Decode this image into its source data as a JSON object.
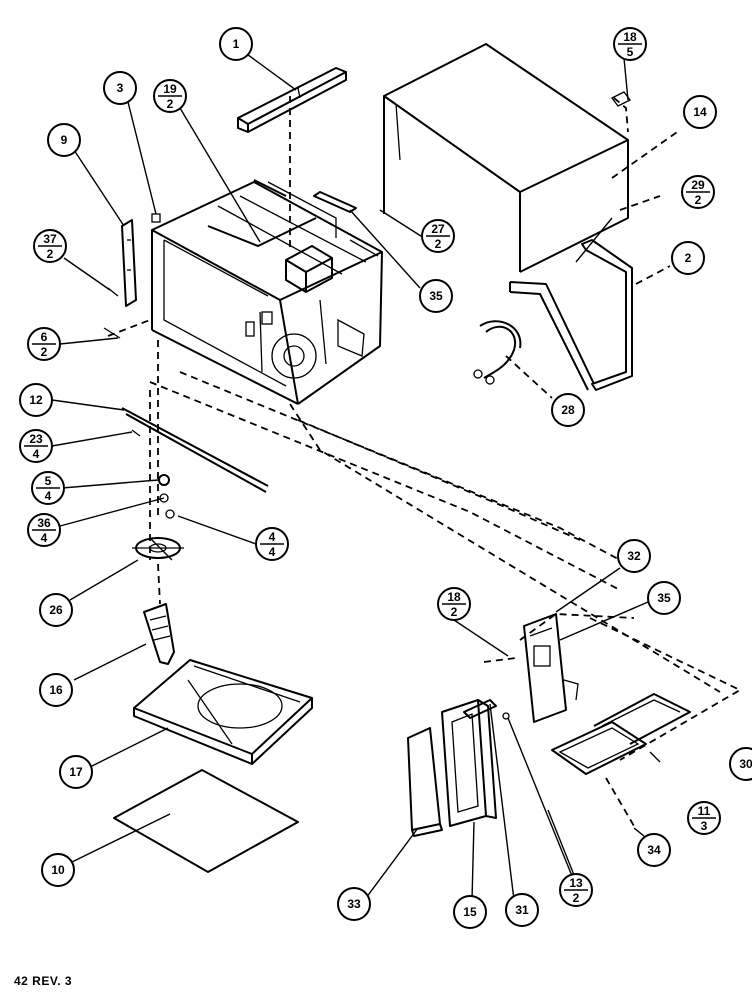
{
  "footer": {
    "text": "42 REV. 3"
  },
  "callouts": [
    {
      "id": "c1",
      "top": "1",
      "bottom": ""
    },
    {
      "id": "c3",
      "top": "3",
      "bottom": ""
    },
    {
      "id": "c9",
      "top": "9",
      "bottom": ""
    },
    {
      "id": "c19",
      "top": "19",
      "bottom": "2"
    },
    {
      "id": "c37",
      "top": "37",
      "bottom": "2"
    },
    {
      "id": "c6",
      "top": "6",
      "bottom": "2"
    },
    {
      "id": "c12",
      "top": "12",
      "bottom": ""
    },
    {
      "id": "c23",
      "top": "23",
      "bottom": "4"
    },
    {
      "id": "c5",
      "top": "5",
      "bottom": "4"
    },
    {
      "id": "c36",
      "top": "36",
      "bottom": "4"
    },
    {
      "id": "c4",
      "top": "4",
      "bottom": "4"
    },
    {
      "id": "c26",
      "top": "26",
      "bottom": ""
    },
    {
      "id": "c16",
      "top": "16",
      "bottom": ""
    },
    {
      "id": "c17",
      "top": "17",
      "bottom": ""
    },
    {
      "id": "c10",
      "top": "10",
      "bottom": ""
    },
    {
      "id": "c18a",
      "top": "18",
      "bottom": "5"
    },
    {
      "id": "c14",
      "top": "14",
      "bottom": ""
    },
    {
      "id": "c29",
      "top": "29",
      "bottom": "2"
    },
    {
      "id": "c27",
      "top": "27",
      "bottom": "2"
    },
    {
      "id": "c35a",
      "top": "35",
      "bottom": ""
    },
    {
      "id": "c2",
      "top": "2",
      "bottom": ""
    },
    {
      "id": "c28",
      "top": "28",
      "bottom": ""
    },
    {
      "id": "c32",
      "top": "32",
      "bottom": ""
    },
    {
      "id": "c18b",
      "top": "18",
      "bottom": "2"
    },
    {
      "id": "c35b",
      "top": "35",
      "bottom": ""
    },
    {
      "id": "c30",
      "top": "30",
      "bottom": ""
    },
    {
      "id": "c11",
      "top": "11",
      "bottom": "3"
    },
    {
      "id": "c34",
      "top": "34",
      "bottom": ""
    },
    {
      "id": "c13",
      "top": "13",
      "bottom": "2"
    },
    {
      "id": "c33",
      "top": "33",
      "bottom": ""
    },
    {
      "id": "c15",
      "top": "15",
      "bottom": ""
    },
    {
      "id": "c31",
      "top": "31",
      "bottom": ""
    }
  ]
}
